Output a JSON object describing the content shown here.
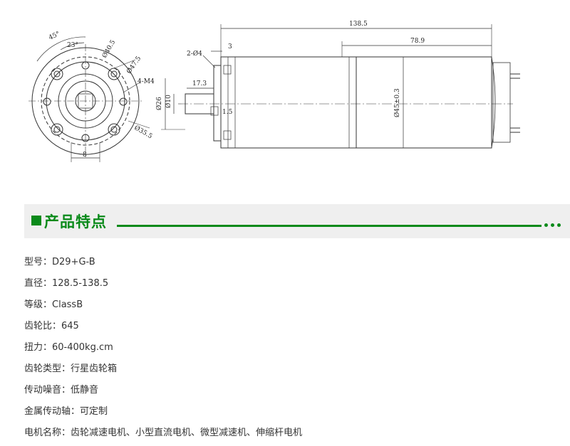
{
  "drawing": {
    "dims": {
      "total_length": "138.5",
      "motor_length": "78.9",
      "shaft_len": "17.3",
      "flange_thk": "3",
      "hole": "2-Ø4",
      "d_motor": "Ø45±0.3",
      "d_boss": "Ø26",
      "d_shaft": "Ø10",
      "step": "1.5",
      "angle45": "45°",
      "angle23": "23°",
      "d40_5": "Ø40.5",
      "d47_5": "Ø47.5",
      "m4": "4-M4",
      "d35_5": "Ø35.5",
      "key8": "8"
    }
  },
  "section": {
    "title": "产品特点"
  },
  "specs": [
    "型号：D29+G-B",
    "直径：128.5-138.5",
    "等级：ClassB",
    "齿轮比：645",
    "扭力：60-400kg.cm",
    "齿轮类型：行星齿轮箱",
    "传动噪音：低静音",
    "金属传动轴：可定制",
    "电机名称：齿轮减速电机、小型直流电机、微型减速机、伸缩杆电机"
  ],
  "colors": {
    "accent": "#0a8a1a",
    "bar_bg": "#efefef"
  }
}
